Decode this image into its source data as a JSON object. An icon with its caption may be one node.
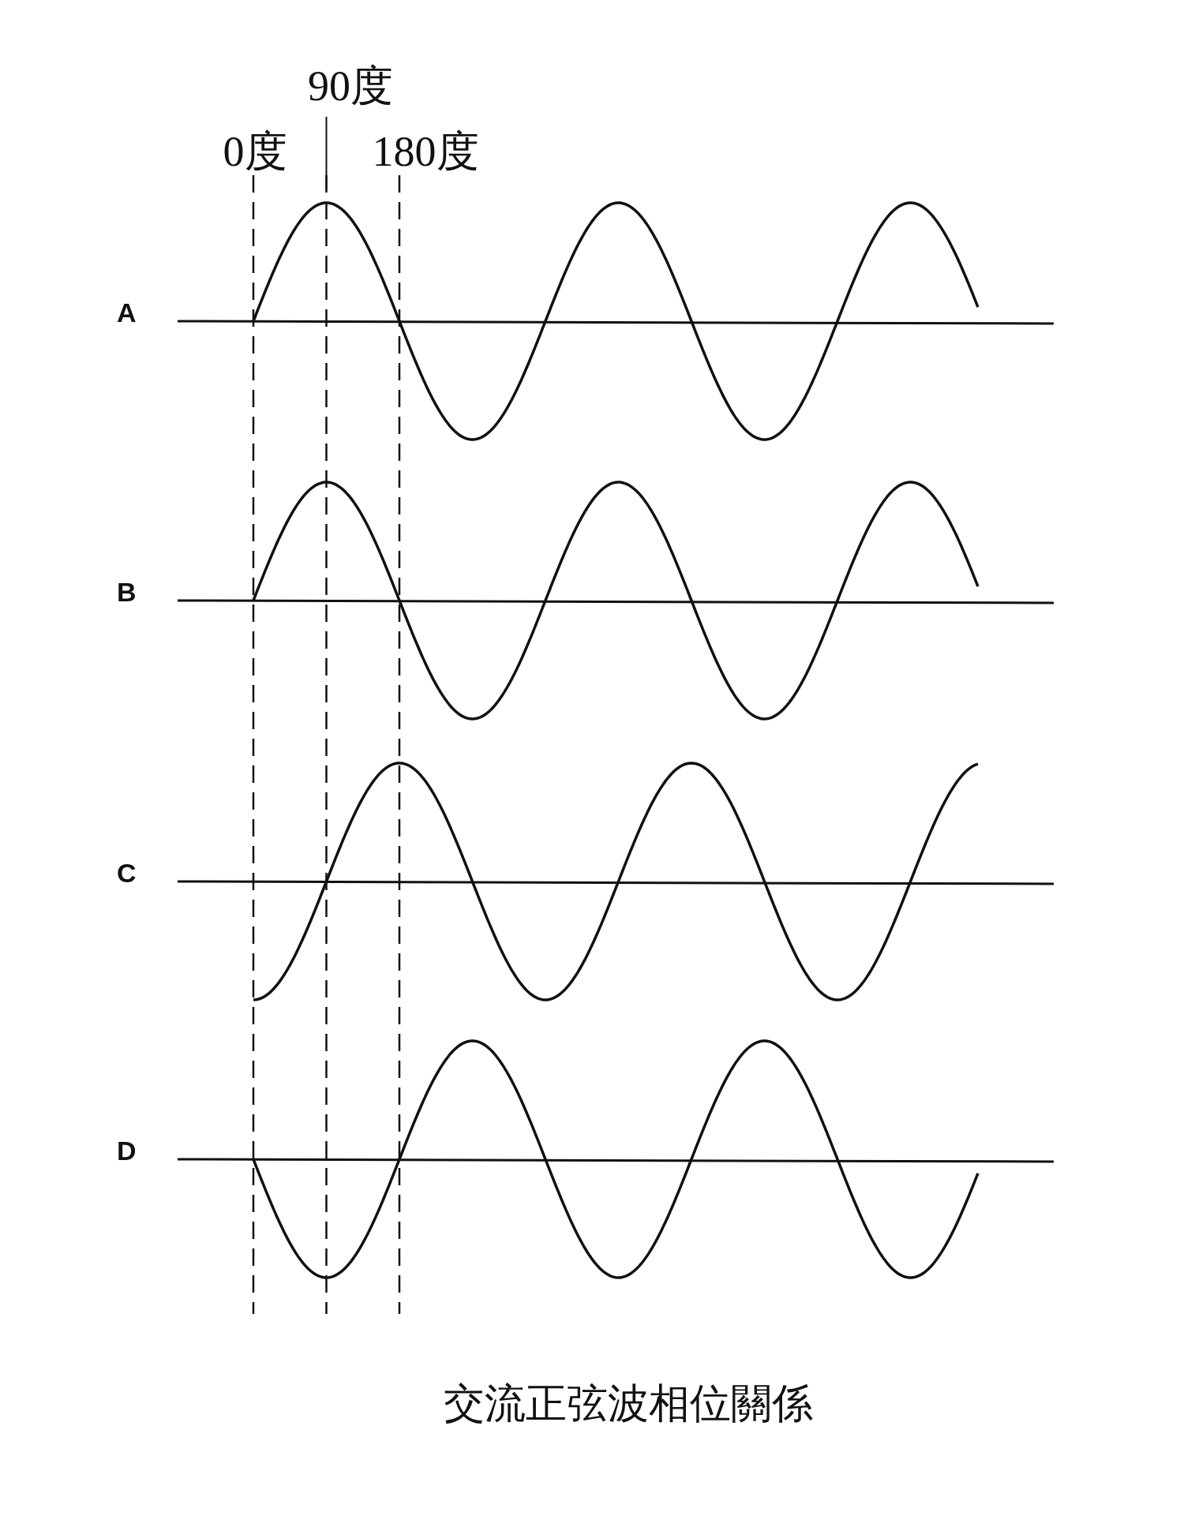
{
  "diagram": {
    "caption": "交流正弦波相位關係",
    "labels": [
      "90度",
      "0度",
      "180度",
      "A",
      "B",
      "C",
      "D"
    ]
  }
}
